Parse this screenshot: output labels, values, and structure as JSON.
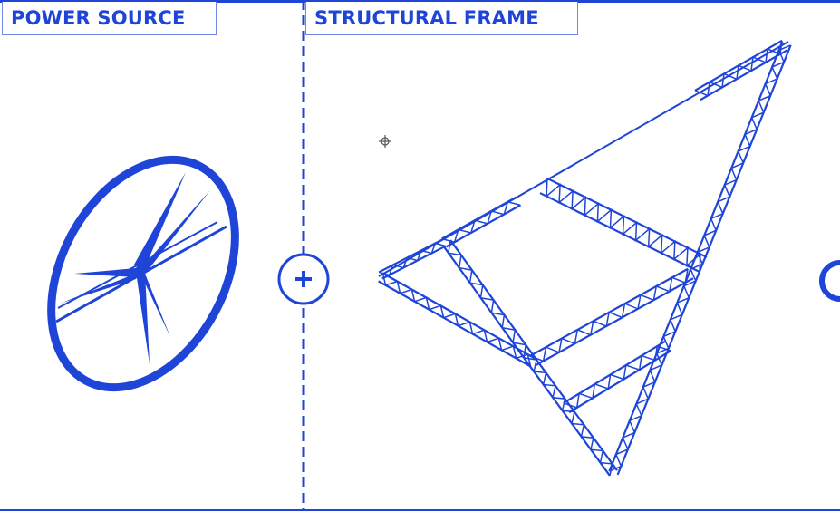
{
  "labels": {
    "power_source": "POWER SOURCE",
    "structural_frame": "STRUCTURAL FRAME"
  },
  "icons": {
    "combine": "plus-circle-icon",
    "turbine": "wind-turbine-icon",
    "frame": "truss-triangle-frame",
    "cursor": "crosshair-cursor-icon"
  },
  "colors": {
    "accent": "#1f45d8"
  }
}
